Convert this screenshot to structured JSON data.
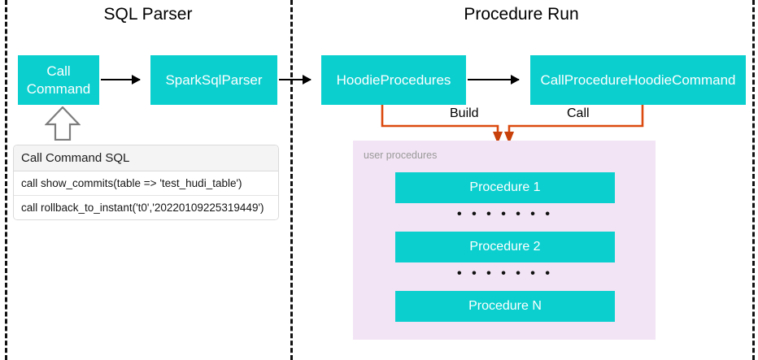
{
  "diagram": {
    "sections": [
      {
        "id": "sql-parser",
        "title": "SQL Parser"
      },
      {
        "id": "procedure-run",
        "title": "Procedure Run"
      }
    ],
    "nodes": [
      {
        "id": "call-command",
        "label": "Call\nCommand"
      },
      {
        "id": "spark-sql-parser",
        "label": "SparkSqlParser"
      },
      {
        "id": "hoodie-procedures",
        "label": "HoodieProcedures"
      },
      {
        "id": "call-procedure-hoodie-command",
        "label": "CallProcedureHoodieCommand"
      }
    ],
    "edge_labels": {
      "build": "Build",
      "call": "Call"
    },
    "sql_table": {
      "header": "Call Command SQL",
      "rows": [
        "call show_commits(table => 'test_hudi_table')",
        "call rollback_to_instant('t0','20220109225319449')"
      ]
    },
    "user_procedures": {
      "label": "user procedures",
      "items": [
        {
          "label": "Procedure 1"
        },
        {
          "label": "Procedure 2"
        },
        {
          "label": "Procedure N"
        }
      ],
      "separator": "• • • • • • •"
    },
    "colors": {
      "node_fill": "#0BCFCF",
      "node_text": "#FFFFFF",
      "panel_fill": "#F2E4F4",
      "edge_orange": "#DB4A0F",
      "edge_black": "#000000",
      "divider": "#111111",
      "muted_text": "#9A9A9A"
    }
  }
}
